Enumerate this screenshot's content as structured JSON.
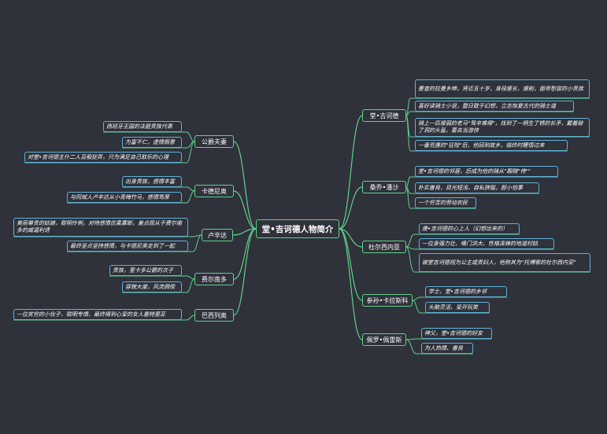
{
  "root": "堂•吉诃德人物简介",
  "right": [
    {
      "label": "堂•吉诃德",
      "leaves": [
        "曼查的拉曼乡绅，将近五十岁，身段瘦长，瘦削，面带愁容的小贵族",
        "喜好读骑士小说，整日耽于幻想，立志恢复古代的骑士道",
        "骑上一匹瘦弱的老马\"驽辛难得\"，找到了一柄生了锈的长矛，戴着破了洞的头盔，要去当游侠",
        "一番荒唐的\"征险\"后，他回到故乡，临终时醒悟过来"
      ]
    },
    {
      "label": "桑乔•潘沙",
      "leaves": [
        "堂•吉诃德的邻居，后成为他的骑从\"跟随\"侍\"\"",
        "朴实善良，目光短浅，自私狭隘，胆小怕事",
        "一个穷苦的劳动农民"
      ]
    },
    {
      "label": "杜尔西内亚",
      "leaves": [
        "唐•吉诃德的心上人（幻想出来的）",
        "一位身强力壮、嗓门洪大、性格泼辣的地道村姑",
        "被堂吉诃德视为公主或贵妇人，他称其为\"托博索的杜尔西内亚\""
      ]
    },
    {
      "label": "参孙•卡拉斯科",
      "leaves": [
        "学士，堂•吉诃德的乡邻",
        "头脑灵活、爱开玩笑"
      ]
    },
    {
      "label": "佩罗•佩雷斯",
      "leaves": [
        "神父，堂•吉诃德的好友",
        "为人热情、善良"
      ]
    }
  ],
  "left": [
    {
      "label": "公爵夫妻",
      "leaves": [
        "西班牙王国的法庭贵族代表",
        "为富不仁，虚情假意",
        "对堂•吉诃德主仆二人百般捉弄，只为满足自己取乐的心理"
      ]
    },
    {
      "label": "卡德尼奥",
      "leaves": [
        "出身贵族，感情丰富",
        "与同城人卢辛达从小青梅竹马，感情笃厚"
      ]
    },
    {
      "label": "卢辛达",
      "leaves": [
        "美丽尊贵的姑娘，聪明伶俐，对待感情优柔寡断，差点屈从于费尔南多的威逼利诱",
        "最终坚贞坚持感情，与卡德尼奥走到了一起"
      ]
    },
    {
      "label": "费尔南多",
      "leaves": [
        "贵族，里卡多公爵的次子",
        "容貌大度，风流倜傥"
      ]
    },
    {
      "label": "巴西列奥",
      "leaves": [
        "一位贫穷的小伙子，聪明专情，最终得到心爱的女人基特里亚"
      ]
    }
  ]
}
